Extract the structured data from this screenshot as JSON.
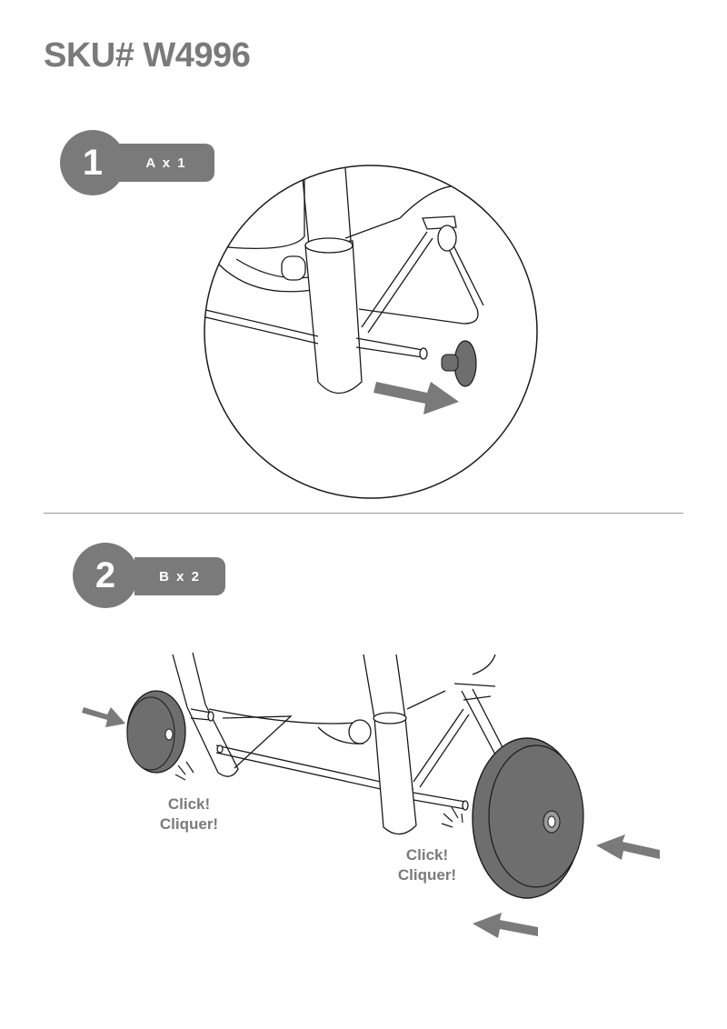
{
  "header": {
    "sku": "SKU# W4996"
  },
  "steps": [
    {
      "number": "1",
      "quantity": "A x 1"
    },
    {
      "number": "2",
      "quantity": "B x 2"
    }
  ],
  "labels": {
    "click_en": "Click!",
    "click_fr": "Cliquer!"
  },
  "colors": {
    "accent": "#7a7a7a",
    "line": "#1a1a1a",
    "wheel": "#6e6e6e"
  }
}
